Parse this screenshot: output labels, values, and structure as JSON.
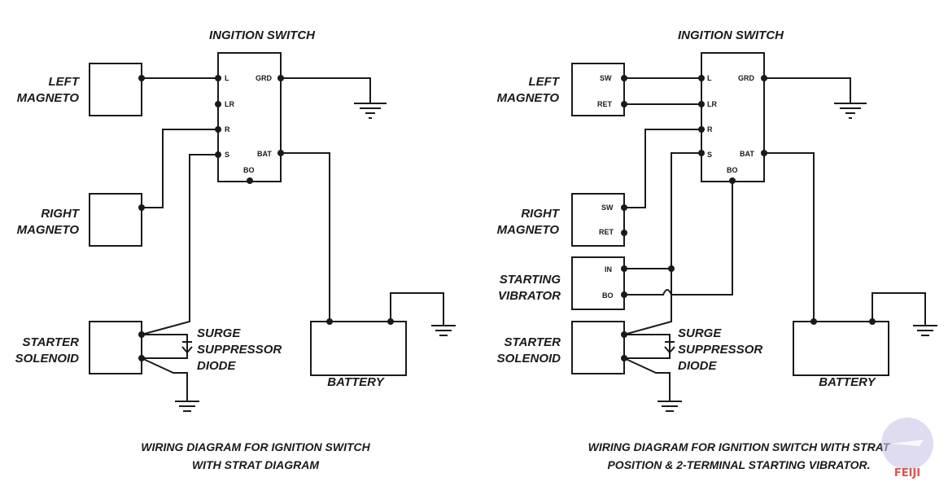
{
  "left": {
    "switch_title": "INGITION SWITCH",
    "terms": {
      "l": "L",
      "lr": "LR",
      "r": "R",
      "s": "S",
      "grd": "GRD",
      "bat": "BAT",
      "bo": "BO"
    },
    "left_magneto": [
      "LEFT",
      "MAGNETO"
    ],
    "right_magneto": [
      "RIGHT",
      "MAGNETO"
    ],
    "starter_solenoid": [
      "STARTER",
      "SOLENOID"
    ],
    "surge": [
      "SURGE",
      "SUPPRESSOR",
      "DIODE"
    ],
    "battery": "BATTERY",
    "caption": [
      "WIRING DIAGRAM FOR IGNITION SWITCH",
      "WITH STRAT DIAGRAM"
    ]
  },
  "right": {
    "switch_title": "INGITION SWITCH",
    "terms": {
      "l": "L",
      "lr": "LR",
      "r": "R",
      "s": "S",
      "grd": "GRD",
      "bat": "BAT",
      "bo": "BO"
    },
    "left_magneto": [
      "LEFT",
      "MAGNETO"
    ],
    "left_magneto_terms": [
      "SW",
      "RET"
    ],
    "right_magneto": [
      "RIGHT",
      "MAGNETO"
    ],
    "right_magneto_terms": [
      "SW",
      "RET"
    ],
    "starting_vibrator": [
      "STARTING",
      "VIBRATOR"
    ],
    "vibrator_terms": [
      "IN",
      "BO"
    ],
    "starter_solenoid": [
      "STARTER",
      "SOLENOID"
    ],
    "surge": [
      "SURGE",
      "SUPPRESSOR",
      "DIODE"
    ],
    "battery": "BATTERY",
    "caption": [
      "WIRING DIAGRAM FOR IGNITION SWITCH WITH STRAT",
      "POSITION & 2-TERMINAL STARTING VIBRATOR."
    ]
  },
  "watermark": "FEIJI"
}
